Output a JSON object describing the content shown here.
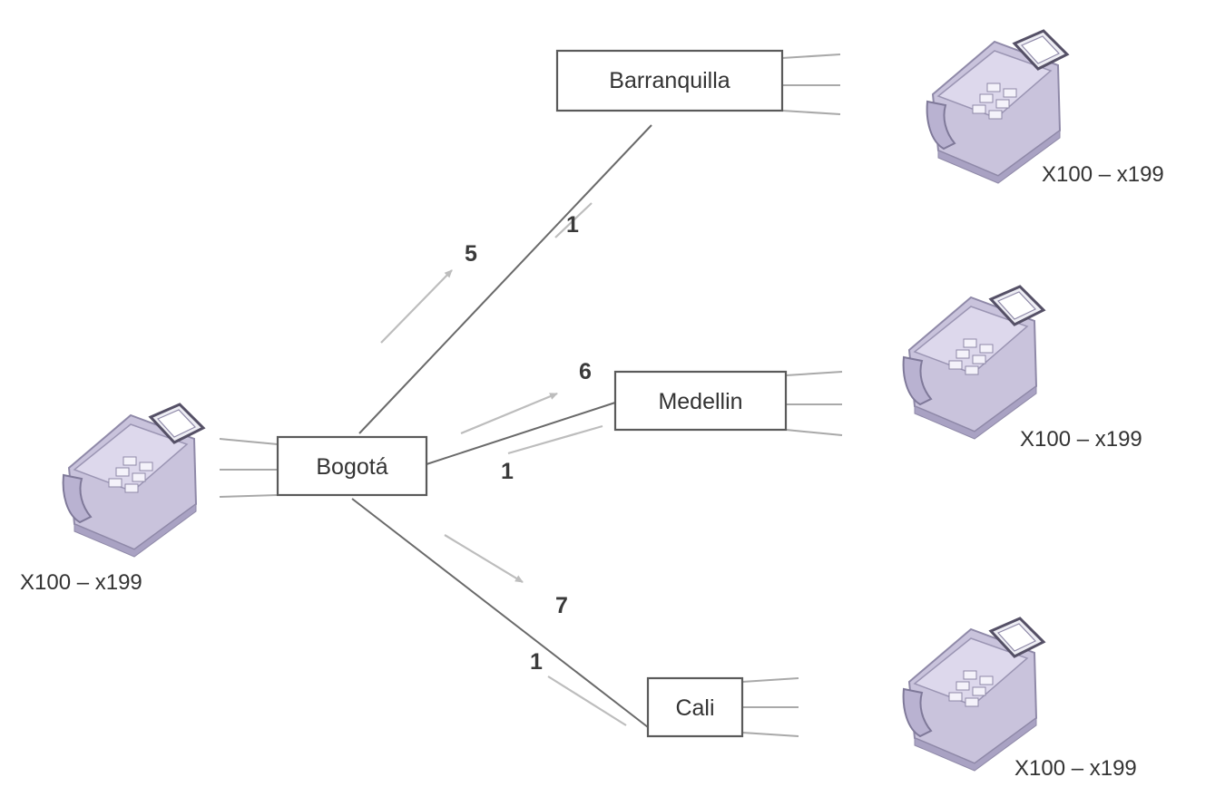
{
  "nodes": {
    "barranquilla": "Barranquilla",
    "medellin": "Medellin",
    "bogota": "Bogotá",
    "cali": "Cali"
  },
  "numbers": {
    "bq_forward": "5",
    "bq_return": "1",
    "md_forward": "6",
    "md_return": "1",
    "cali_forward": "7",
    "cali_return": "1"
  },
  "extensions": {
    "bogota": "X100 – x199",
    "barranquilla": "X100 – x199",
    "medellin": "X100 – x199",
    "cali": "X100 – x199"
  },
  "icons": {
    "phone": "fax-phone-icon",
    "phone_color": "#c9c3dc"
  }
}
